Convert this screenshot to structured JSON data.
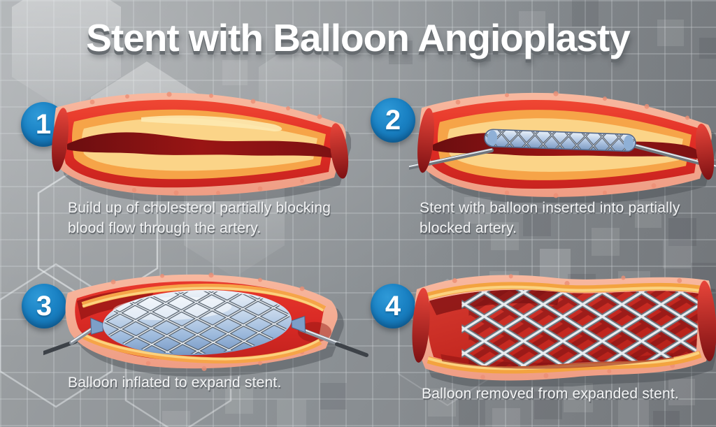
{
  "title": "Stent with Balloon Angioplasty",
  "steps": [
    {
      "number": "1",
      "caption": "Build up of cholesterol partially blocking\nblood flow through the artery.",
      "illustration": "artery with cholesterol plaque narrowing the dark blood channel"
    },
    {
      "number": "2",
      "caption": "Stent with balloon inserted into partially\nblocked artery.",
      "illustration": "deflated balloon catheter with mesh stent inside blocked artery"
    },
    {
      "number": "3",
      "caption": "Balloon inflated to expand stent.",
      "illustration": "inflated blue balloon expanding silver stent against plaque"
    },
    {
      "number": "4",
      "caption": "Balloon removed from expanded stent.",
      "illustration": "open artery held wide by expanded silver stent mesh"
    }
  ],
  "colors": {
    "badge_blue": "#1a82c4",
    "artery_red": "#e02c25",
    "lumen_dark_red": "#7c1113",
    "plaque_orange": "#f6a448",
    "plaque_light": "#fcd98d",
    "artery_wall_pink": "#f5ab92",
    "balloon_blue": "#b7cbe6",
    "stent_silver": "#e8ecf0",
    "background_gray": "#8b9094",
    "text_white": "#ffffff"
  }
}
